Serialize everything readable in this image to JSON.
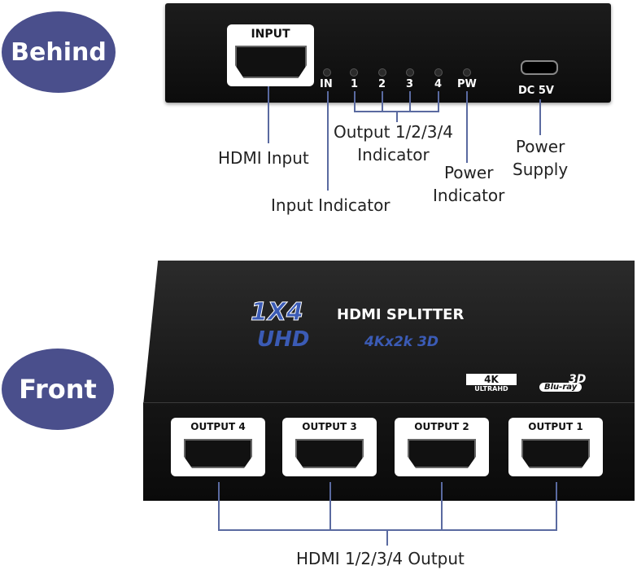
{
  "badges": {
    "behind": "Behind",
    "front": "Front"
  },
  "back_panel": {
    "input_label": "INPUT",
    "silk_in": "IN",
    "silk_1": "1",
    "silk_2": "2",
    "silk_3": "3",
    "silk_4": "4",
    "silk_pw": "PW",
    "silk_dc": "DC 5V"
  },
  "callouts": {
    "hdmi_input": "HDMI Input",
    "input_indicator": "Input Indicator",
    "output_indicator_line1": "Output 1/2/3/4",
    "output_indicator_line2": "Indicator",
    "power_indicator_line1": "Power",
    "power_indicator_line2": "Indicator",
    "power_supply_line1": "Power",
    "power_supply_line2": "Supply",
    "hdmi_output": "HDMI 1/2/3/4 Output"
  },
  "front_box": {
    "title_1x4": "1X4",
    "title_splitter": "HDMI SPLITTER",
    "subtitle_uhd": "UHD",
    "subtitle_res": "4Kx2k 3D",
    "logo_4k": "4K",
    "logo_ultrahd": "ULTRAHD",
    "logo_3d": "3D",
    "logo_bluray": "Blu-ray",
    "outputs": [
      "OUTPUT 4",
      "OUTPUT 3",
      "OUTPUT 2",
      "OUTPUT 1"
    ]
  },
  "colors": {
    "badge": "#4a4f8c",
    "title_white": "#ffffff",
    "title_blue": "#3b5bb5",
    "leader_line": "#5a6aa0"
  }
}
